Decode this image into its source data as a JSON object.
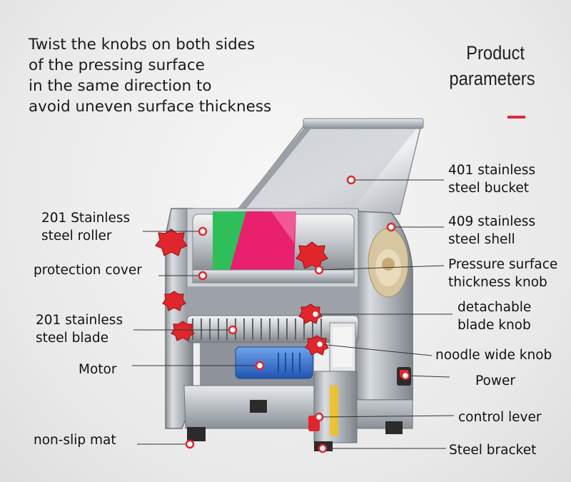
{
  "intro_lines": [
    "Twist the knobs on both sides",
    "of the pressing surface",
    "in the same direction to",
    "avoid uneven surface thickness"
  ],
  "title_lines": [
    "Product",
    "parameters"
  ],
  "labels": {
    "bucket": [
      "401 stainless",
      "steel bucket"
    ],
    "shell": [
      "409 stainless",
      "steel shell"
    ],
    "pressure_knob": [
      "Pressure surface",
      "thickness knob"
    ],
    "blade_knob": [
      "detachable",
      "blade knob"
    ],
    "noodle_knob": "noodle wide knob",
    "power": "Power",
    "control_lever": "control lever",
    "steel_bracket": "Steel bracket",
    "roller": [
      "201 Stainless",
      "steel roller"
    ],
    "protection_cover": "protection cover",
    "blade": [
      "201 stainless",
      "steel blade"
    ],
    "motor": "Motor",
    "non_slip_mat": "non-slip mat"
  },
  "colors": {
    "accent": "#e0263a",
    "knob": "#e0262c",
    "steel": "#b9bec4",
    "motor": "#2f6fd1",
    "roller_green": "#2fbf5a",
    "roller_pink": "#e8206e"
  },
  "icons": {
    "marker": "red-dot-marker",
    "knob": "red-star-knob"
  }
}
